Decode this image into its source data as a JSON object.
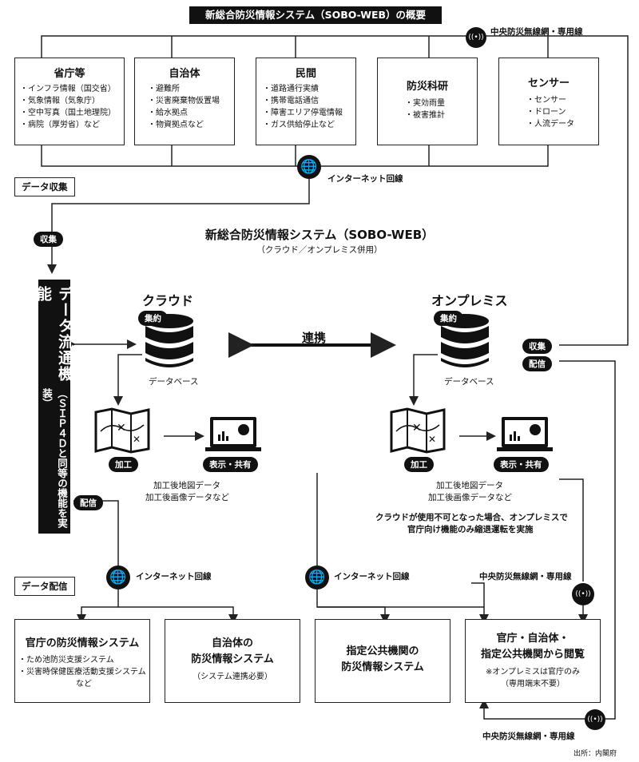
{
  "header": {
    "title": "新総合防災情報システム（SOBO-WEB）の概要"
  },
  "sources": [
    {
      "title": "省庁等",
      "items": [
        "・インフラ情報（国交省）",
        "・気象情報（気象庁）",
        "・空中写真（国土地理院）",
        "・病院（厚労省）など"
      ]
    },
    {
      "title": "自治体",
      "items": [
        "・避難所",
        "・災害廃棄物仮置場",
        "・給水拠点",
        "・物資拠点など"
      ]
    },
    {
      "title": "民間",
      "items": [
        "・道路通行実績",
        "・携帯電話通信",
        "・障害エリア停電情報",
        "・ガス供給停止など"
      ]
    },
    {
      "title": "防災科研",
      "items": [
        "・実効雨量",
        "・被害推計"
      ]
    },
    {
      "title": "センサー",
      "items": [
        "・センサー",
        "・ドローン",
        "・人流データ"
      ]
    }
  ],
  "network": {
    "dedicated": "中央防災無線網・専用線",
    "internet": "インターネット回線"
  },
  "sections": {
    "collect": "データ収集",
    "distribute": "データ配信"
  },
  "flow": {
    "vertical_label": "データ流通機能",
    "vertical_sub": "（ＳＩＰ４Ｄと同等の機能を実装）",
    "collect_pill": "収集",
    "distribute_pill": "配信"
  },
  "system": {
    "title": "新総合防災情報システム（SOBO-WEB）",
    "subtitle": "（クラウド／オンプレミス併用）"
  },
  "cloud": {
    "title": "クラウド",
    "aggregate": "集約",
    "db": "データベース",
    "process": "加工",
    "display": "表示・共有",
    "output": [
      "加工後地図データ",
      "加工後画像データなど"
    ]
  },
  "link_label": "連携",
  "onprem": {
    "title": "オンプレミス",
    "aggregate": "集約",
    "db": "データベース",
    "process": "加工",
    "display": "表示・共有",
    "output": [
      "加工後地図データ",
      "加工後画像データなど"
    ],
    "collect": "収集",
    "distribute": "配信",
    "note": [
      "クラウドが使用不可となった場合、オンプレミスで",
      "官庁向け機能のみ縮退運転を実施"
    ]
  },
  "targets": [
    {
      "title": "官庁の防災情報システム",
      "items": [
        "・ため池防災支援システム",
        "・災害時保健医療活動支援システム",
        "など"
      ]
    },
    {
      "title": "自治体の\n防災情報システム",
      "items": [
        "（システム連携必要）"
      ]
    },
    {
      "title": "指定公共機関の\n防災情報システム",
      "items": []
    },
    {
      "title": "官庁・自治体・\n指定公共機関から閲覧",
      "items": [
        "※オンプレミスは官庁のみ",
        "（専用端末不要）"
      ]
    }
  ],
  "credit": "出所：内閣府"
}
